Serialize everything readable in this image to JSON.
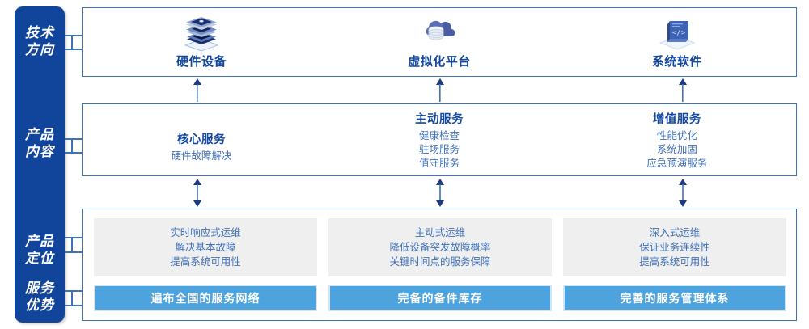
{
  "sidebar": {
    "labels": [
      {
        "name": "tech-direction",
        "line1": "技术",
        "line2": "方向"
      },
      {
        "name": "product-content",
        "line1": "产品",
        "line2": "内容"
      },
      {
        "name": "product-positioning",
        "line1": "产品",
        "line2": "定位"
      },
      {
        "name": "service-advantage",
        "line1": "服务",
        "line2": "优势"
      }
    ],
    "color": "#11459C"
  },
  "tech_row": {
    "columns": [
      {
        "icon": "server-stack-icon",
        "label": "硬件设备"
      },
      {
        "icon": "cloud-database-icon",
        "label": "虚拟化平台"
      },
      {
        "icon": "system-software-icon",
        "label": "系统软件"
      }
    ]
  },
  "content_row": {
    "columns": [
      {
        "title": "核心服务",
        "items": [
          "硬件故障解决"
        ]
      },
      {
        "title": "主动服务",
        "items": [
          "健康检查",
          "驻场服务",
          "值守服务"
        ]
      },
      {
        "title": "增值服务",
        "items": [
          "性能优化",
          "系统加固",
          "应急预演服务"
        ]
      }
    ]
  },
  "positioning_row": {
    "cards": [
      {
        "lines": [
          "实时响应式运维",
          "解决基本故障",
          "提高系统可用性"
        ]
      },
      {
        "lines": [
          "主动式运维",
          "降低设备突发故障概率",
          "关键时间点的服务保障"
        ]
      },
      {
        "lines": [
          "深入式运维",
          "保证业务连续性",
          "提高系统可用性"
        ]
      }
    ]
  },
  "advantage_row": {
    "bars": [
      {
        "label": "遍布全国的服务网络"
      },
      {
        "label": "完备的备件库存"
      },
      {
        "label": "完善的服务管理体系"
      }
    ]
  },
  "colors": {
    "sidebar_blue": "#11459C",
    "border_blue": "#3d72b8",
    "title_blue": "#12479f",
    "body_blue": "#3f6fb5",
    "bar_blue": "#4da3dd",
    "card_gray": "#efefef"
  }
}
